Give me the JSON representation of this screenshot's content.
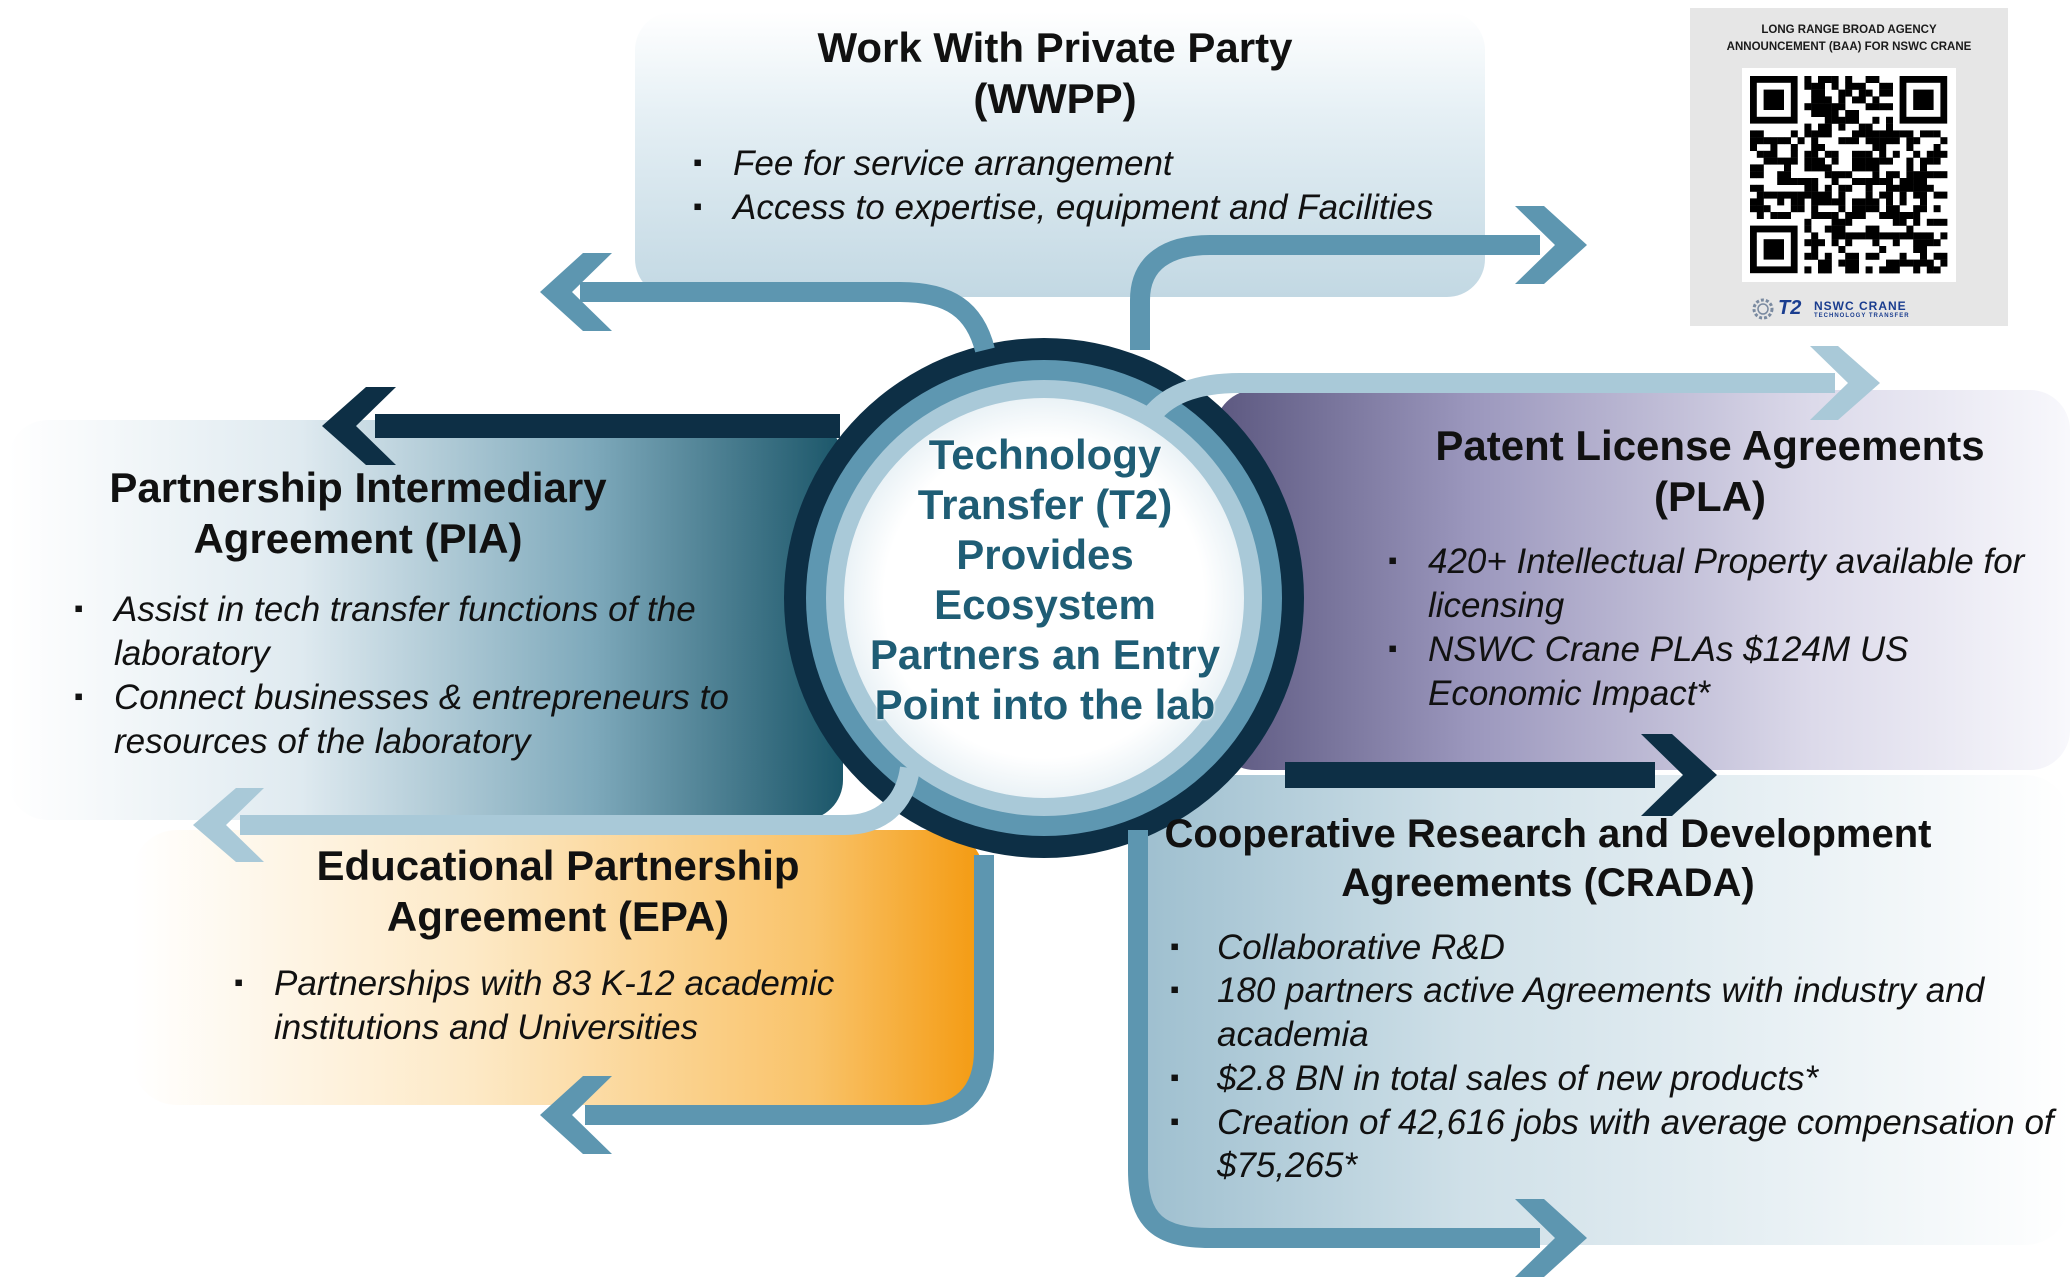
{
  "center": {
    "lines": [
      "Technology",
      "Transfer (T2)",
      "Provides",
      "Ecosystem",
      "Partners an Entry",
      "Point into the lab"
    ]
  },
  "wwpp": {
    "title_lines": [
      "Work With Private Party",
      "(WWPP)"
    ],
    "bullets": [
      "Fee for service arrangement",
      "Access to expertise, equipment and Facilities"
    ]
  },
  "pia": {
    "title_lines": [
      "Partnership Intermediary",
      "Agreement (PIA)"
    ],
    "bullets": [
      "Assist in tech transfer functions of the laboratory",
      "Connect businesses & entrepreneurs to resources of the laboratory"
    ]
  },
  "pla": {
    "title_lines": [
      "Patent License Agreements",
      "(PLA)"
    ],
    "bullets": [
      "420+ Intellectual Property available for licensing",
      "NSWC Crane PLAs $124M US Economic Impact*"
    ]
  },
  "epa": {
    "title_lines": [
      "Educational Partnership",
      "Agreement (EPA)"
    ],
    "bullets": [
      "Partnerships with 83 K-12 academic institutions and Universities"
    ]
  },
  "crada": {
    "title_lines": [
      "Cooperative Research and Development",
      "Agreements (CRADA)"
    ],
    "bullets": [
      "Collaborative R&D",
      "180 partners active Agreements with industry and academia",
      "$2.8 BN in total sales of new products*",
      "Creation of 42,616 jobs with average compensation of $75,265*"
    ]
  },
  "qr": {
    "caption_lines": [
      "LONG RANGE BROAD AGENCY",
      "ANNOUNCEMENT (BAA) FOR NSWC CRANE"
    ],
    "logo_mark": "T2",
    "logo_org": "NSWC CRANE",
    "logo_sub": "TECHNOLOGY TRANSFER"
  },
  "colors": {
    "dark_navy": "#0d2f45",
    "mid_blue": "#5d96b0",
    "light_blue": "#a7c8d8",
    "teal_panel": "#2e6e82",
    "purple_panel": "#7a76a0",
    "orange_panel": "#f6a623",
    "center_text": "#1f5d75"
  }
}
